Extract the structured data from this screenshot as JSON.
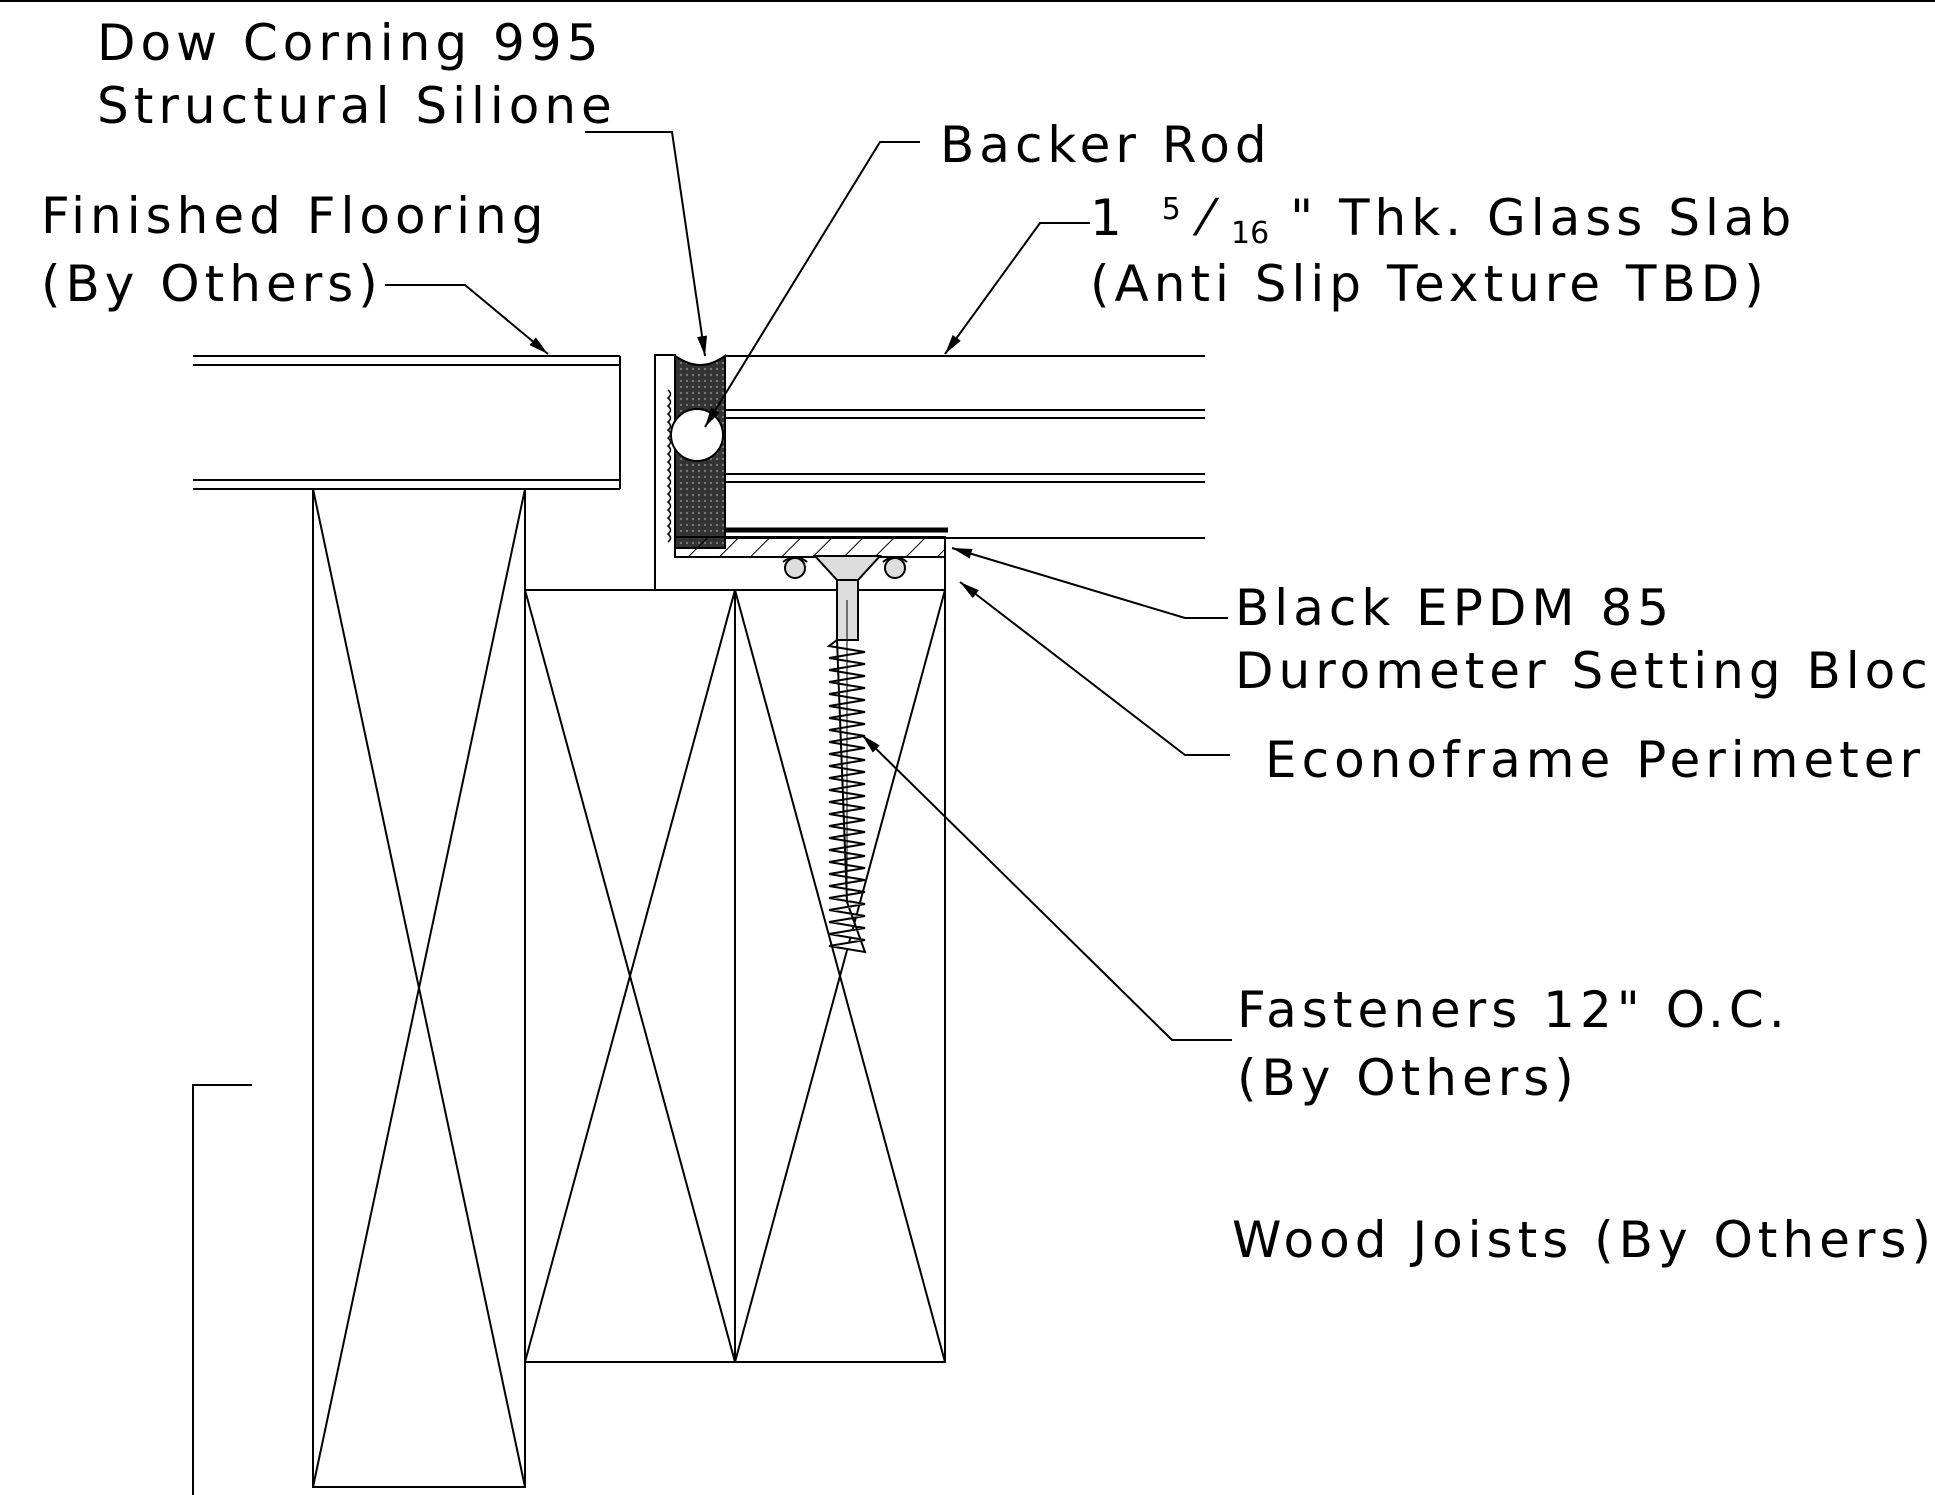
{
  "labels": {
    "silicone_line1": "Dow Corning 995",
    "silicone_line2": "Structural Silione",
    "backer_rod": "Backer Rod",
    "flooring_line1": "Finished Flooring",
    "flooring_line2": "(By Others)",
    "glass_prefix": "1",
    "glass_frac_num": "5",
    "glass_frac_slash": "⁄",
    "glass_frac_den": "16",
    "glass_suffix": "\" Thk. Glass Slab",
    "glass_line2": "(Anti Slip Texture TBD)",
    "epdm_line1": "Black EPDM 85",
    "epdm_line2": "Durometer Setting Block",
    "econoframe": "Econoframe Perimeter",
    "fasteners_line1": "Fasteners 12\" O.C.",
    "fasteners_line2": "(By Others)",
    "joists": "Wood Joists (By Others)"
  },
  "colors": {
    "line": "#000000",
    "background": "#ffffff",
    "silicone_fill": "#333333",
    "screw_fill": "#dddddd"
  }
}
